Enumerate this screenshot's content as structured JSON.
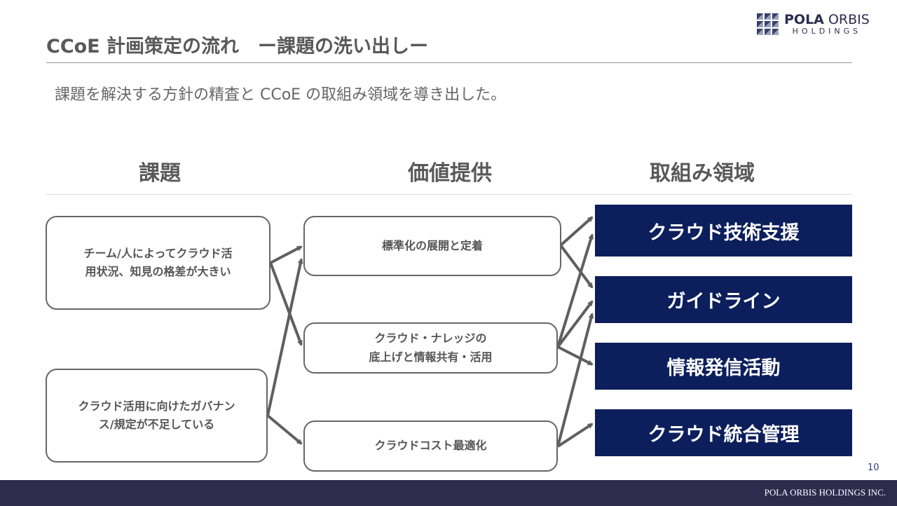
{
  "header": {
    "title": "CCoE 計画策定の流れ　ー課題の洗い出しー",
    "subtitle": "課題を解決する方針の精査と CCoE の取組み領域を導き出した。"
  },
  "logo": {
    "brand_bold": "POLA",
    "brand": "ORBIS",
    "sub": "HOLDINGS"
  },
  "columns": {
    "issues": "課題",
    "value": "価値提供",
    "areas": "取組み領域"
  },
  "issues": [
    "チーム/人によってクラウド活\n用状況、知見の格差が大きい",
    "クラウド活用に向けたガバナン\nス/規定が不足している"
  ],
  "values": [
    "標準化の展開と定着",
    "クラウド・ナレッジの\n底上げと情報共有・活用",
    "クラウドコスト最適化"
  ],
  "areas": [
    "クラウド技術支援",
    "ガイドライン",
    "情報発信活動",
    "クラウド統合管理"
  ],
  "colors": {
    "card": "#0c1f5c",
    "footer": "#2d2c4f"
  },
  "page_number": "10",
  "footer": "POLA ORBIS HOLDINGS INC."
}
